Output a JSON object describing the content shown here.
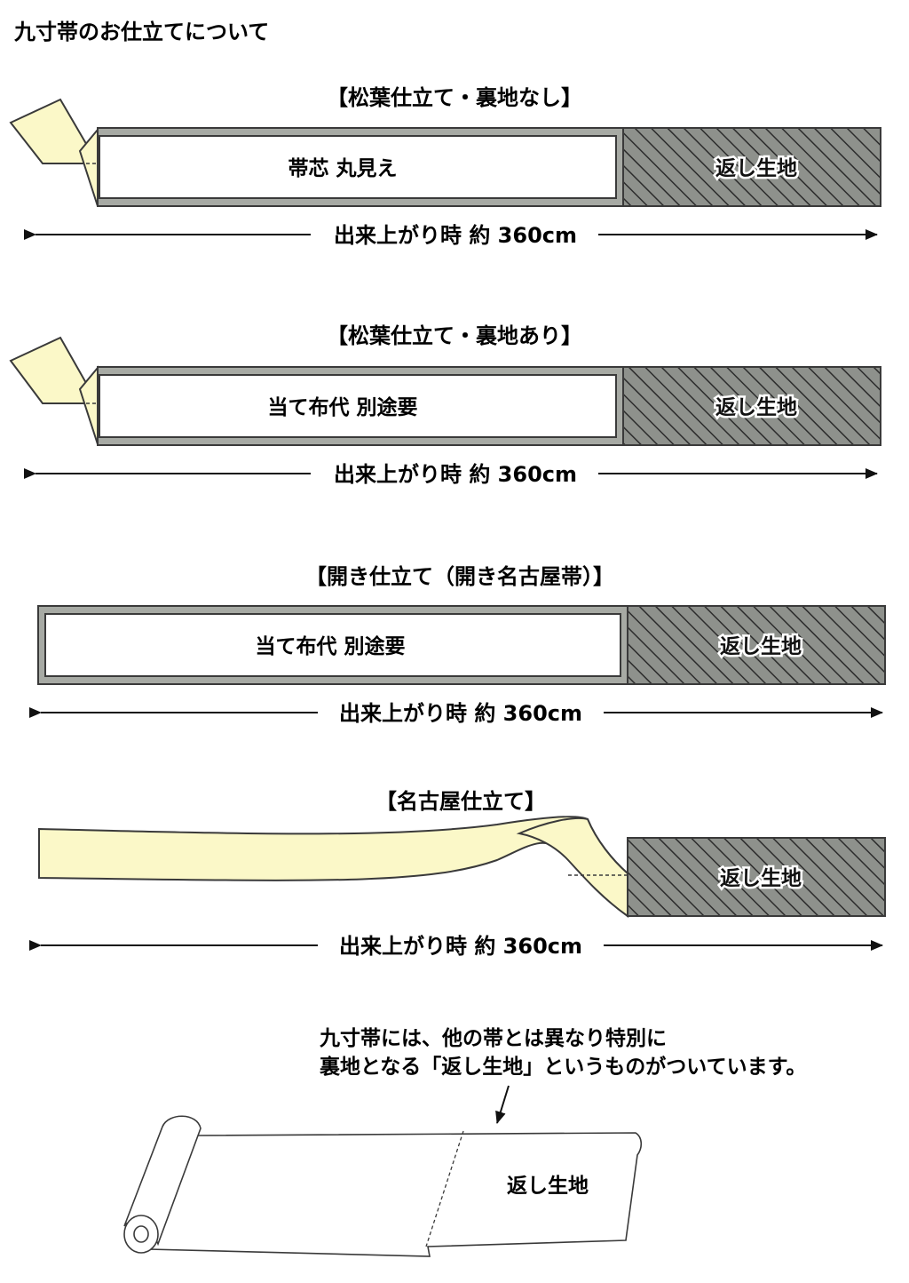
{
  "page_title": "九寸帯のお仕立てについて",
  "sections": [
    {
      "title": "【松葉仕立て・裏地なし】",
      "body_label": "帯芯 丸見え",
      "hatch_label": "返し生地",
      "measure": "出来上がり時 約 360cm"
    },
    {
      "title": "【松葉仕立て・裏地あり】",
      "body_label": "当て布代 別途要",
      "hatch_label": "返し生地",
      "measure": "出来上がり時 約 360cm"
    },
    {
      "title": "【開き仕立て（開き名古屋帯）】",
      "body_label": "当て布代 別途要",
      "hatch_label": "返し生地",
      "measure": "出来上がり時 約 360cm"
    },
    {
      "title": "【名古屋仕立て】",
      "hatch_label": "返し生地",
      "measure": "出来上がり時 約 360cm"
    }
  ],
  "note": {
    "line1": "九寸帯には、他の帯とは異なり特別に",
    "line2": "裏地となる「返し生地」というものがついています。"
  },
  "roll_label": "返し生地",
  "colors": {
    "cream": "#fbf8c8",
    "frame": "#a7aaa4",
    "hatch": "#8e918c",
    "outline": "#3a3a3a"
  }
}
